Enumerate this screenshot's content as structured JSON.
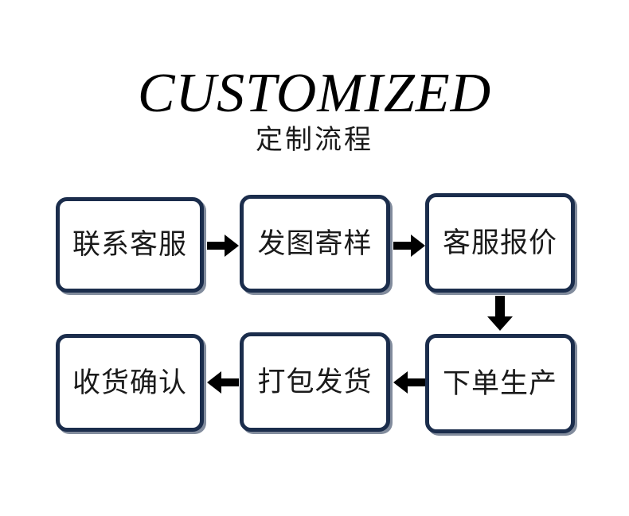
{
  "title": {
    "english": "CUSTOMIZED",
    "chinese": "定制流程"
  },
  "colors": {
    "node_border": "#1b2d4c",
    "node_fill": "#ffffff",
    "arrow": "#000000",
    "text": "#1a1a1a",
    "background": "#ffffff"
  },
  "flow": {
    "nodes": [
      {
        "id": 1,
        "label": "联系客服",
        "row": 1,
        "column": 1
      },
      {
        "id": 2,
        "label": "发图寄样",
        "row": 1,
        "column": 2
      },
      {
        "id": 3,
        "label": "客服报价",
        "row": 1,
        "column": 3
      },
      {
        "id": 4,
        "label": "下单生产",
        "row": 2,
        "column": 3
      },
      {
        "id": 5,
        "label": "打包发货",
        "row": 2,
        "column": 2
      },
      {
        "id": 6,
        "label": "收货确认",
        "row": 2,
        "column": 1
      }
    ],
    "connectors": [
      {
        "id": 1,
        "from": "联系客服",
        "to": "发图寄样",
        "direction": "right"
      },
      {
        "id": 2,
        "from": "发图寄样",
        "to": "客服报价",
        "direction": "right"
      },
      {
        "id": 3,
        "from": "客服报价",
        "to": "下单生产",
        "direction": "down"
      },
      {
        "id": 4,
        "from": "下单生产",
        "to": "打包发货",
        "direction": "left"
      },
      {
        "id": 5,
        "from": "打包发货",
        "to": "收货确认",
        "direction": "left"
      }
    ]
  }
}
